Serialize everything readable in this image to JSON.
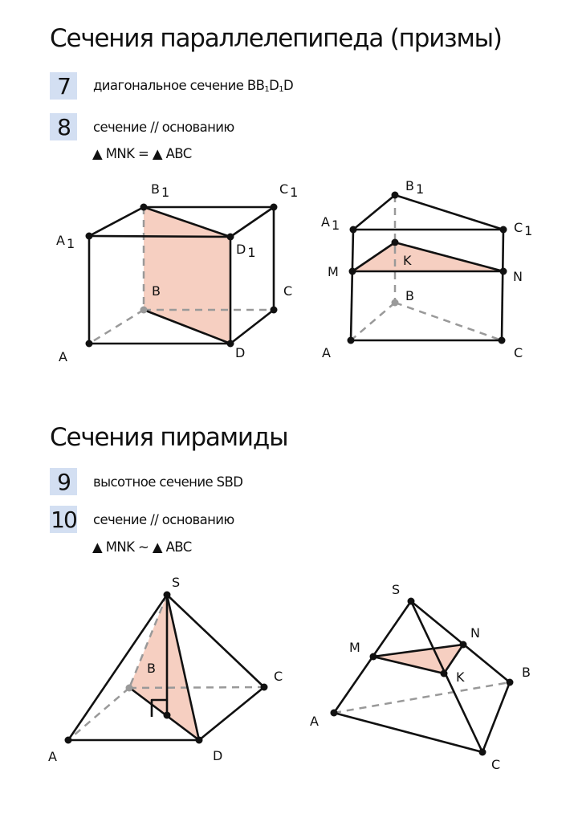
{
  "colors": {
    "badge_bg": "#d3dff2",
    "section_fill": "#f6cfc1",
    "edge": "#111111",
    "hidden_edge": "#999999",
    "hidden_point": "#9a9a9a"
  },
  "section1": {
    "title": "Сечения параллелепипеда (призмы)",
    "items": [
      {
        "number": "7",
        "text": "диагональное сечение BB",
        "sub1": "1",
        "mid": "D",
        "sub2": "1",
        "end": "D"
      },
      {
        "number": "8",
        "text": "сечение // основанию",
        "relation": "▲ MNK = ▲ ABC"
      }
    ],
    "figure_parallelepiped": {
      "labels": {
        "A": "A",
        "A1": "A",
        "B": "B",
        "B1": "B",
        "C": "C",
        "C1": "C",
        "D": "D",
        "D1": "D",
        "sub": "1"
      }
    },
    "figure_prism": {
      "labels": {
        "A": "A",
        "A1": "A",
        "B": "B",
        "B1": "B",
        "C": "C",
        "C1": "C",
        "M": "M",
        "N": "N",
        "K": "K",
        "sub": "1"
      }
    }
  },
  "section2": {
    "title": "Сечения пирамиды",
    "items": [
      {
        "number": "9",
        "text": "высотное сечение SBD"
      },
      {
        "number": "10",
        "text": "сечение // основанию",
        "relation": "▲ MNK ~ ▲ ABC"
      }
    ],
    "figure_pyramid_height": {
      "labels": {
        "S": "S",
        "A": "A",
        "B": "B",
        "C": "C",
        "D": "D"
      }
    },
    "figure_pyramid_parallel": {
      "labels": {
        "S": "S",
        "A": "A",
        "B": "B",
        "C": "C",
        "M": "M",
        "N": "N",
        "K": "K"
      }
    }
  }
}
